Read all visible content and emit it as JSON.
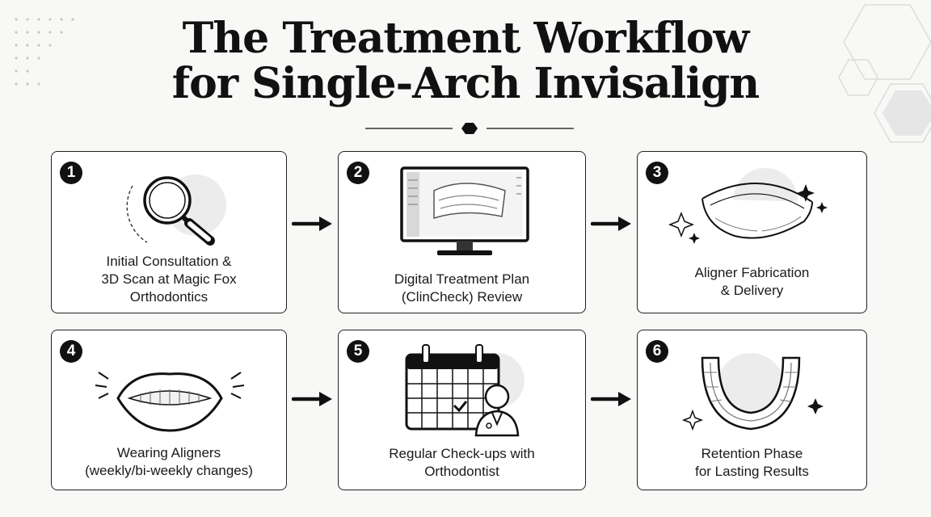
{
  "title": {
    "line1": "The Treatment Workflow",
    "line2": "for Single-Arch Invisalign"
  },
  "steps": [
    {
      "number": "1",
      "lines": [
        "Initial Consultation &",
        "3D Scan at Magic Fox",
        "Orthodontics"
      ],
      "icon": "magnifying-glass-icon"
    },
    {
      "number": "2",
      "lines": [
        "Digital Treatment Plan",
        "(ClinCheck) Review"
      ],
      "icon": "monitor-3d-model-icon"
    },
    {
      "number": "3",
      "lines": [
        "Aligner Fabrication",
        "& Delivery"
      ],
      "icon": "aligner-tray-icon"
    },
    {
      "number": "4",
      "lines": [
        "Wearing Aligners",
        "(weekly/bi-weekly changes)"
      ],
      "icon": "smile-mouth-icon"
    },
    {
      "number": "5",
      "lines": [
        "Regular Check-ups with",
        "Orthodontist"
      ],
      "icon": "calendar-doctor-icon"
    },
    {
      "number": "6",
      "lines": [
        "Retention Phase",
        "for Lasting Results"
      ],
      "icon": "retainer-icon"
    }
  ],
  "colors": {
    "ink": "#111111",
    "card_bg": "#ffffff",
    "page_bg": "#f8f8f7",
    "halo": "#ececec"
  }
}
